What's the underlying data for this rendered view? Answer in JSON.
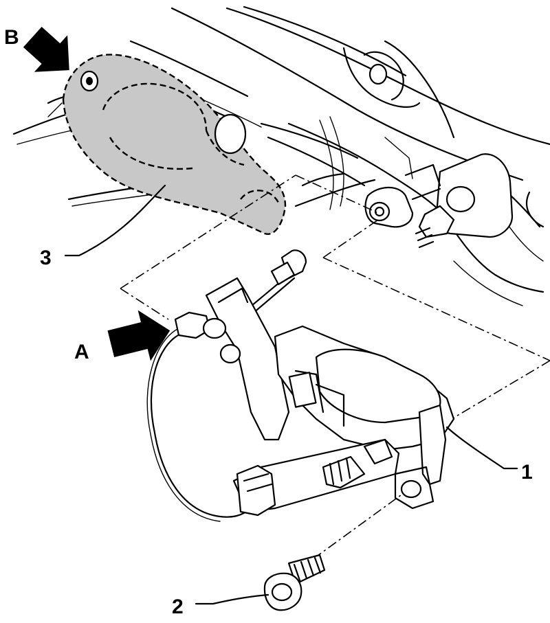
{
  "diagram": {
    "callouts": {
      "arrow_a": "A",
      "arrow_b": "B",
      "part_1": "1",
      "part_2": "2",
      "part_3": "3"
    },
    "colors": {
      "line": "#000000",
      "highlight_fill": "#c8c8c8",
      "background": "#ffffff"
    }
  }
}
